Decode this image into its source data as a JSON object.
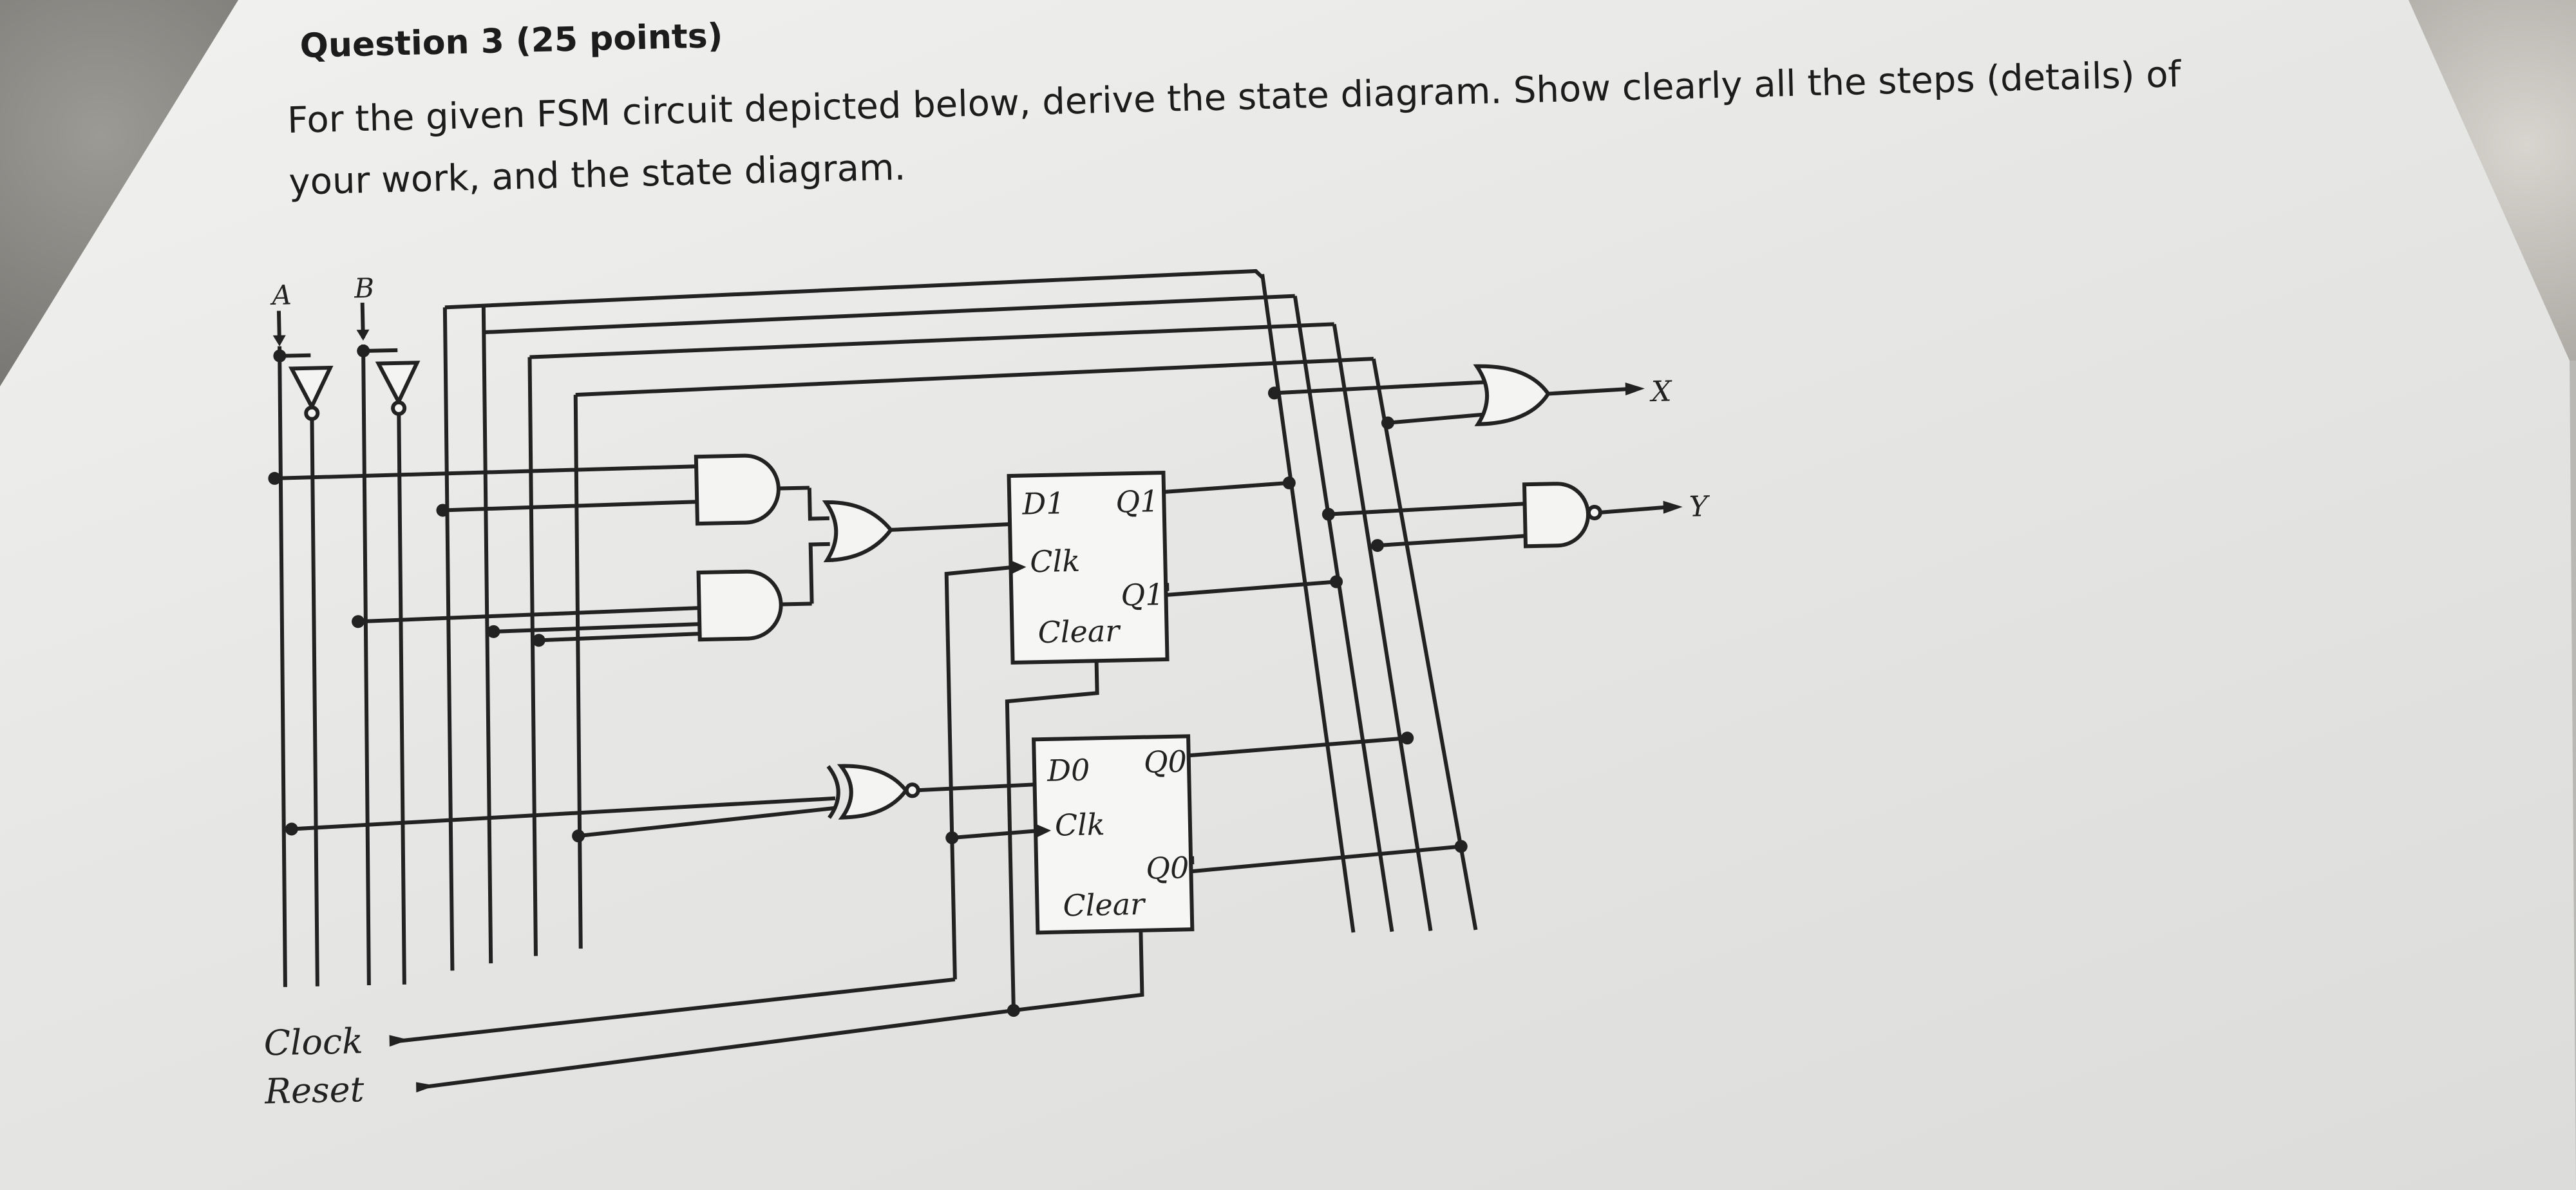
{
  "question": {
    "title": "Question 3 (25 points)",
    "body_line1": "For the given FSM circuit depicted below, derive the state diagram. Show clearly all the steps (details) of",
    "body_line2": "your work, and the state diagram."
  },
  "circuit": {
    "inputs": [
      "A",
      "B"
    ],
    "signals": [
      "Clock",
      "Reset"
    ],
    "outputs": [
      "X",
      "Y"
    ],
    "flipflop1": {
      "d": "D1",
      "clk": "Clk",
      "q": "Q1",
      "qbar": "Q1'",
      "clear": "Clear"
    },
    "flipflop0": {
      "d": "D0",
      "clk": "Clk",
      "q": "Q0",
      "qbar": "Q0'",
      "clear": "Clear"
    }
  }
}
